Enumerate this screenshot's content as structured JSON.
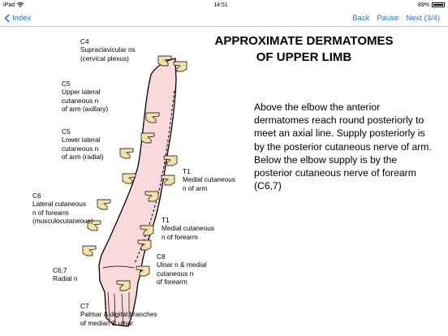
{
  "status_bar": {
    "device": "iPad",
    "time": "14:51",
    "battery": "89%",
    "battery_level": 0.89
  },
  "nav": {
    "back_label": "Index",
    "back_button": "Back",
    "pause_button": "Pause",
    "next_button": "Next (3/4)"
  },
  "diagram": {
    "title": "APPROXIMATE DERMATOMES\nOF UPPER LIMB",
    "description": "Above the elbow the anterior dermatomes reach round posteriorly to meet an axial line. Supply posteriorly is by the posterior cutaneous nerve of arm.  Below the elbow supply is by the posterior cutaneous nerve of forearm (C6,7)",
    "labels": {
      "c4": "C4\nSupraclavicular ns\n(cervical plexus)",
      "c5_upper": "C5\nUpper lateral\ncutaneous n\nof arm (axillary)",
      "c5_lower": "C5\nLower lateral\ncutaneous n\nof arm (radial)",
      "c6": "C6\nLateral cutaneous\nn of forearm\n(musculocutaneous)",
      "c67": "C6,7\nRadial n",
      "c7": "C7\nPalmar & digital branches\nof median & ulnar",
      "t1_arm": "T1\nMedial cutaneous\nn of arm",
      "t1_forearm": "T1\nMedial cutaneous\nn of forearm",
      "c8": "C8\nUlnar n & medial\ncutaneous n\nof forearm"
    },
    "colors": {
      "skin": "#f9d9dc",
      "hand": "#f3e2a6",
      "outline": "#000000",
      "link": "#1a75e6"
    }
  }
}
